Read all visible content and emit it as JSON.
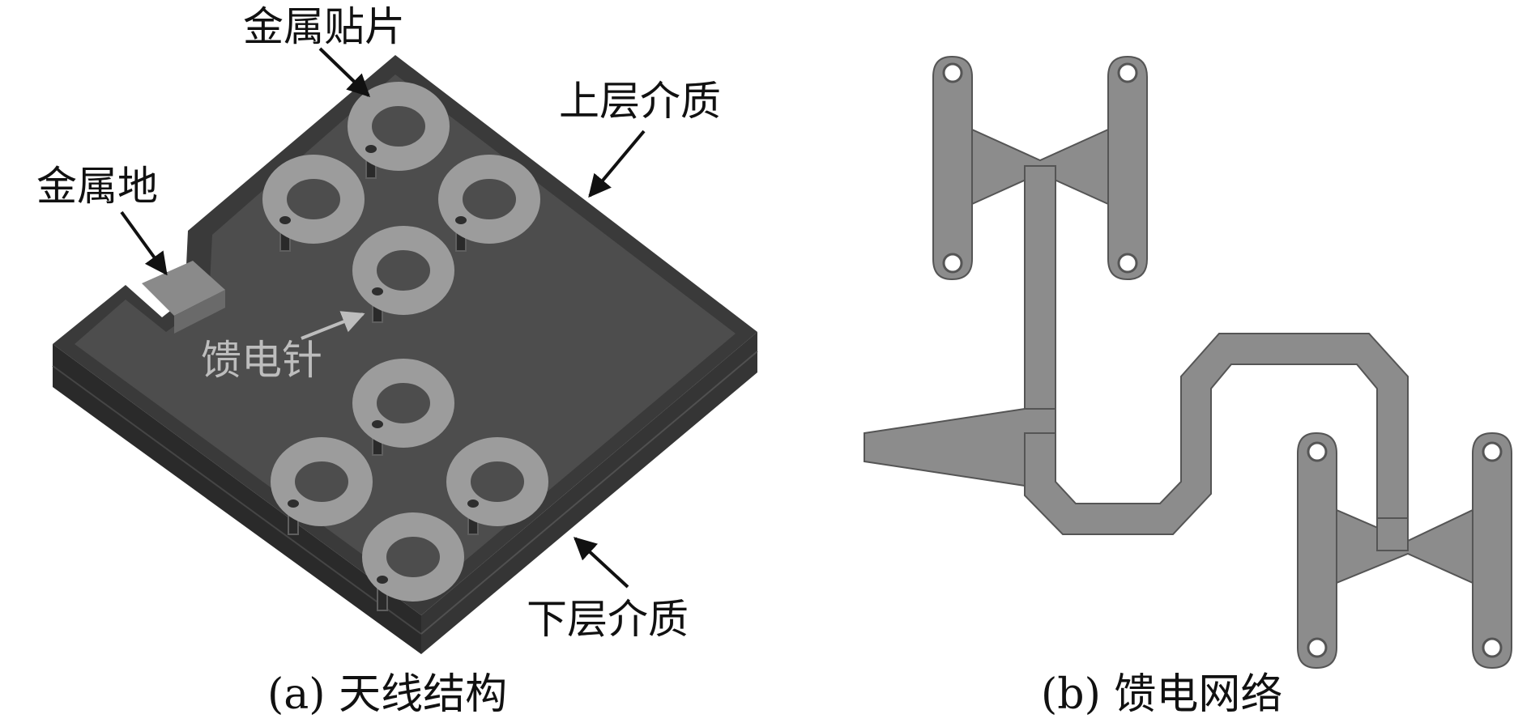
{
  "figure": {
    "panel_a": {
      "caption": "(a) 天线结构",
      "labels": {
        "patch": "金属贴片",
        "upper": "上层介质",
        "ground": "金属地",
        "pin": "馈电针",
        "lower": "下层介质"
      }
    },
    "panel_b": {
      "caption": "(b) 馈电网络"
    },
    "colors": {
      "board_top": "#4a4a4a",
      "board_side": "#2c2c2c",
      "patch": "#9a9a9a",
      "feed": "#8c8c8c",
      "outline": "#5a5a5a"
    }
  }
}
